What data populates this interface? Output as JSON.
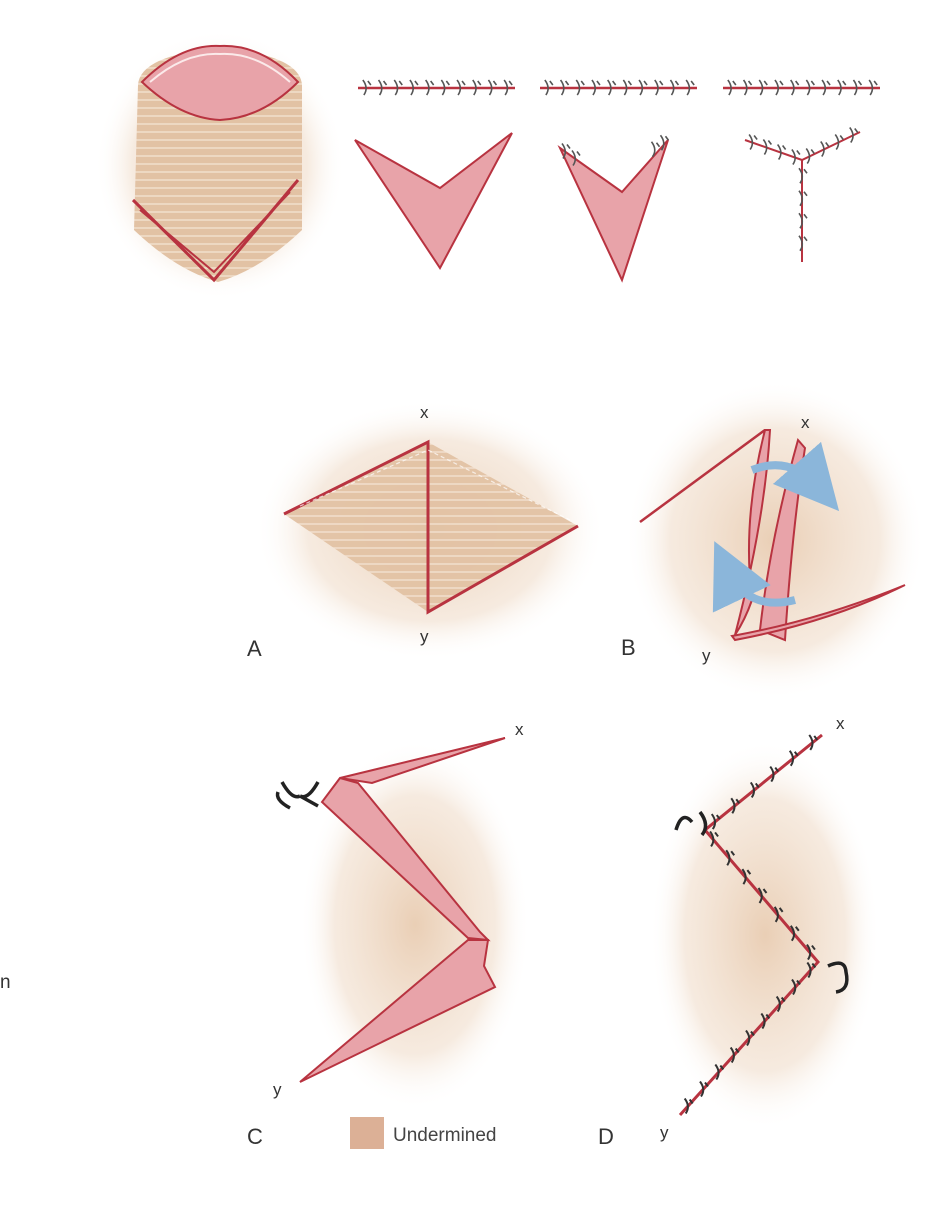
{
  "labels": {
    "panel_a": "A",
    "panel_b": "B",
    "panel_c": "C",
    "panel_d": "D",
    "point_x": "x",
    "point_y": "y",
    "side_fragment": "n"
  },
  "legend": {
    "swatch_label": "Undermined",
    "swatch_color": "#dcb096"
  },
  "colors": {
    "incision": "#b83340",
    "defect_fill": "#e8a3a9",
    "skin": "#e9d2bc",
    "suture": "#555555",
    "arrow": "#8bb6da",
    "hook": "#222222"
  }
}
